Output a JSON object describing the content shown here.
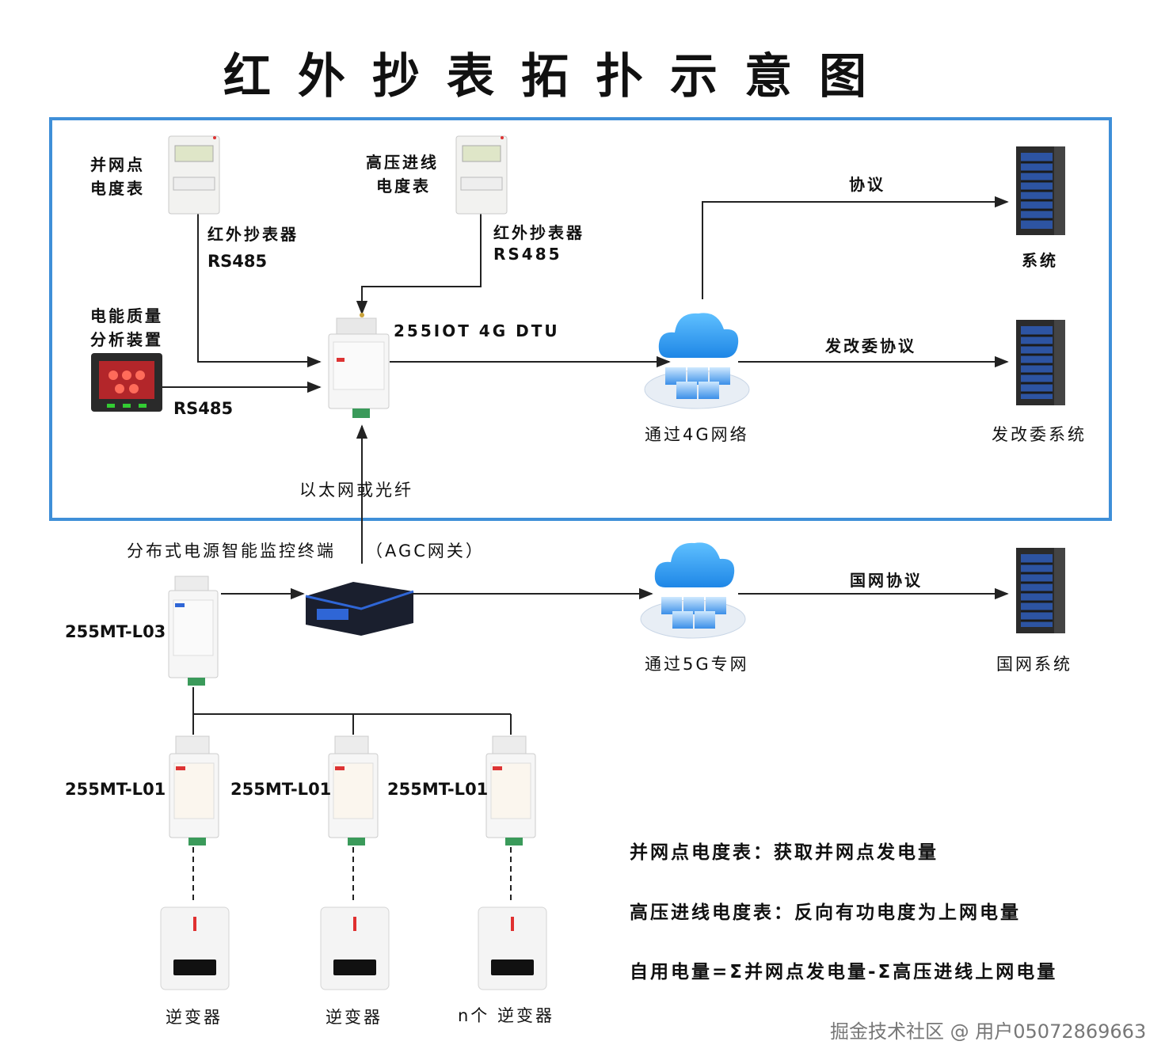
{
  "title": "红外抄表拓扑示意图",
  "meter_grid": {
    "line1": "并网点",
    "line2": "电度表"
  },
  "meter_hv": {
    "line1": "高压进线",
    "line2": "电度表"
  },
  "ir_reader_1": {
    "label": "红外抄表器",
    "proto": "RS485"
  },
  "ir_reader_2": {
    "label": "红外抄表器",
    "proto": "RS485"
  },
  "pq_analyzer": {
    "line1": "电能质量",
    "line2": "分析装置",
    "proto": "RS485"
  },
  "dtu": {
    "label": "255IOT 4G DTU"
  },
  "cloud_4g": {
    "label": "通过4G网络"
  },
  "cloud_5g": {
    "label": "通过5G专网"
  },
  "link_protocol": "协议",
  "link_ndrc_protocol": "发改委协议",
  "link_grid_protocol": "国网协议",
  "server_system": "系统",
  "server_ndrc": "发改委系统",
  "server_grid": "国网系统",
  "ethernet_label": "以太网或光纤",
  "terminal_label": "分布式电源智能监控终端",
  "agc_label": "（AGC网关）",
  "module_l03": "255MT-L03",
  "modules_l01": [
    "255MT-L01",
    "255MT-L01",
    "255MT-L01"
  ],
  "inverters": [
    "逆变器",
    "逆变器",
    "n个 逆变器"
  ],
  "notes": [
    "并网点电度表：获取并网点发电量",
    "高压进线电度表：反向有功电度为上网电量",
    "自用电量=Σ并网点发电量-Σ高压进线上网电量"
  ],
  "watermark": "掘金技术社区 @ 用户05072869663",
  "colors": {
    "frame": "#3f8fd8",
    "cloud": "#2f9df0",
    "server": "#2b2b2b",
    "server_led": "#2f66d6",
    "inverter_stripe": "#e03030"
  },
  "icons": [
    "electricity-meter-icon",
    "dtu-device-icon",
    "cloud-network-icon",
    "server-rack-icon",
    "gateway-icon",
    "din-module-icon",
    "inverter-icon",
    "power-quality-analyzer-icon"
  ]
}
